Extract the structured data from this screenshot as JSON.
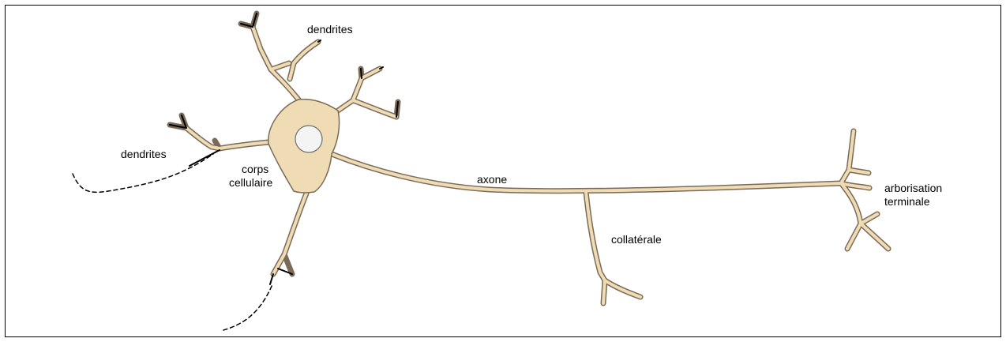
{
  "labels": {
    "dendrites_top": "dendrites",
    "dendrites_left": "dendrites",
    "cell_body_line1": "corps",
    "cell_body_line2": "cellulaire",
    "axon": "axone",
    "collateral": "collatérale",
    "terminal_line1": "arborisation",
    "terminal_line2": "terminale"
  },
  "colors": {
    "cell_fill": "#efdcb4",
    "cell_stroke": "#7a6a58",
    "nucleus_fill": "#f4f4f4",
    "line": "#000000"
  }
}
